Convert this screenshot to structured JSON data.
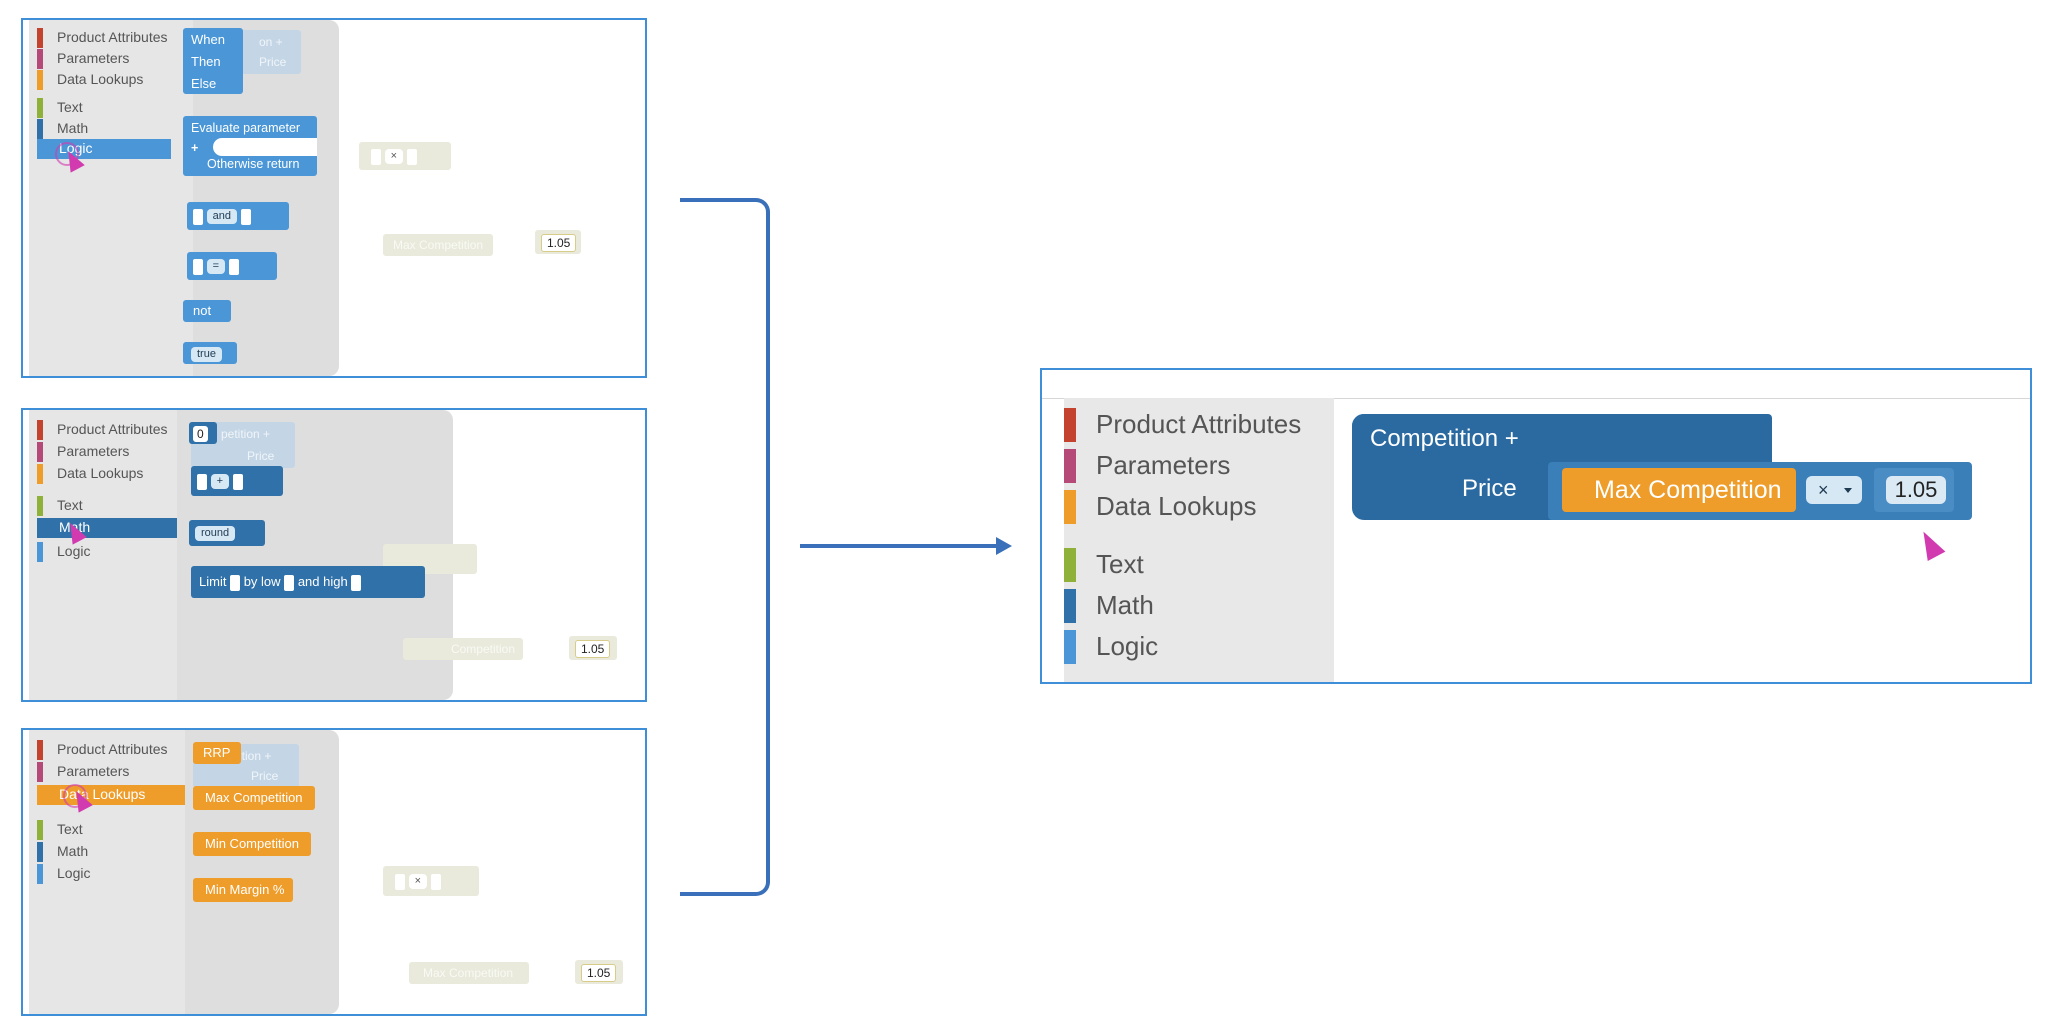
{
  "colors": {
    "product_attributes": "#c4432f",
    "parameters": "#b54a78",
    "data_lookups": "#ee9c2a",
    "text": "#8fb13a",
    "math": "#2f71a8",
    "logic": "#4a96d6",
    "frame": "#3f8fd8",
    "connector": "#3a6fb9"
  },
  "categories": {
    "product_attributes": "Product Attributes",
    "parameters": "Parameters",
    "data_lookups": "Data Lookups",
    "text": "Text",
    "math": "Math",
    "logic": "Logic"
  },
  "panel_logic": {
    "when": "When",
    "then": "Then",
    "else": "Else",
    "evaluate": "Evaluate parameter",
    "plus": "+",
    "otherwise": "Otherwise return",
    "and": "and",
    "eq": "=",
    "not": "not",
    "true": "true",
    "x_op": "×",
    "ghost_max": "Max Competition",
    "ghost_num": "1.05",
    "ghost_on": "on +",
    "ghost_price": "Price"
  },
  "panel_math": {
    "zero": "0",
    "plus_op": "+",
    "round": "round",
    "limit": "Limit",
    "by_low": "by low",
    "and_high": "and high",
    "ghost_petition": "petition +",
    "ghost_price": "Price",
    "ghost_comp": "Competition",
    "ghost_num": "1.05"
  },
  "panel_data": {
    "rrp": "RRP",
    "max_comp": "Max Competition",
    "min_comp": "Min Competition",
    "min_margin": "Min Margin %",
    "ghost_ition": "ition +",
    "ghost_price": "Price",
    "x_op": "×",
    "ghost_max": "Max Competition",
    "ghost_num": "1.05"
  },
  "result": {
    "competition": "Competition +",
    "price": "Price",
    "max_comp": "Max Competition",
    "x_op": "×",
    "num": "1.05"
  }
}
